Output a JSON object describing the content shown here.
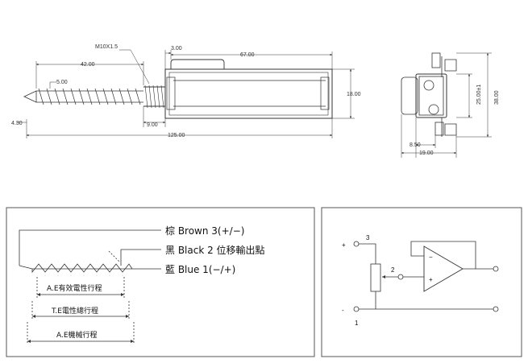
{
  "dims": {
    "thread": "M10X1.5",
    "d_300": "3.00",
    "d_6700": "67.00",
    "d_4200": "42.00",
    "d_500": "5.00",
    "d_430": "4.30",
    "d_900": "9.00",
    "d_12500": "125.00",
    "d_1800": "18.00",
    "d_2500": "25.00±1",
    "d_3800": "38.00",
    "d_850": "8.50",
    "d_1900": "19.00"
  },
  "wires": {
    "brown": "棕 Brown  3(+/−)",
    "black": "黑 Black  2 位移輸出點",
    "blue": "藍 Blue   1(−/+)"
  },
  "strokes": {
    "ae_eff": "A.E有效電性行程",
    "te": "T.E電性總行程",
    "ae_mech": "A.E機械行程"
  },
  "circuit": {
    "plus": "+",
    "minus": "-",
    "pin3": "3",
    "pin2": "2",
    "pin1": "1",
    "op_minus": "−",
    "op_plus": "+"
  }
}
